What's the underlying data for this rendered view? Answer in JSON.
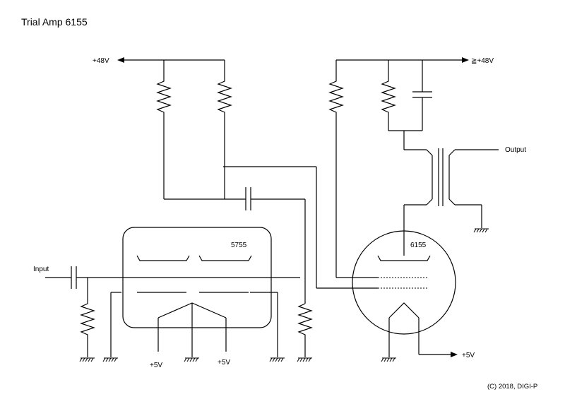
{
  "title": "Trial Amp 6155",
  "copyright": "(C) 2018, DIGI-P",
  "labels": {
    "v48_left": "+48V",
    "v48_right": "≧+48V",
    "output": "Output",
    "input": "Input",
    "tube_left": "5755",
    "tube_right": "6155",
    "v5_left": "+5V",
    "v5_mid": "+5V",
    "v5_right": "+5V"
  },
  "colors": {
    "ink": "#000000",
    "background": "#ffffff"
  }
}
